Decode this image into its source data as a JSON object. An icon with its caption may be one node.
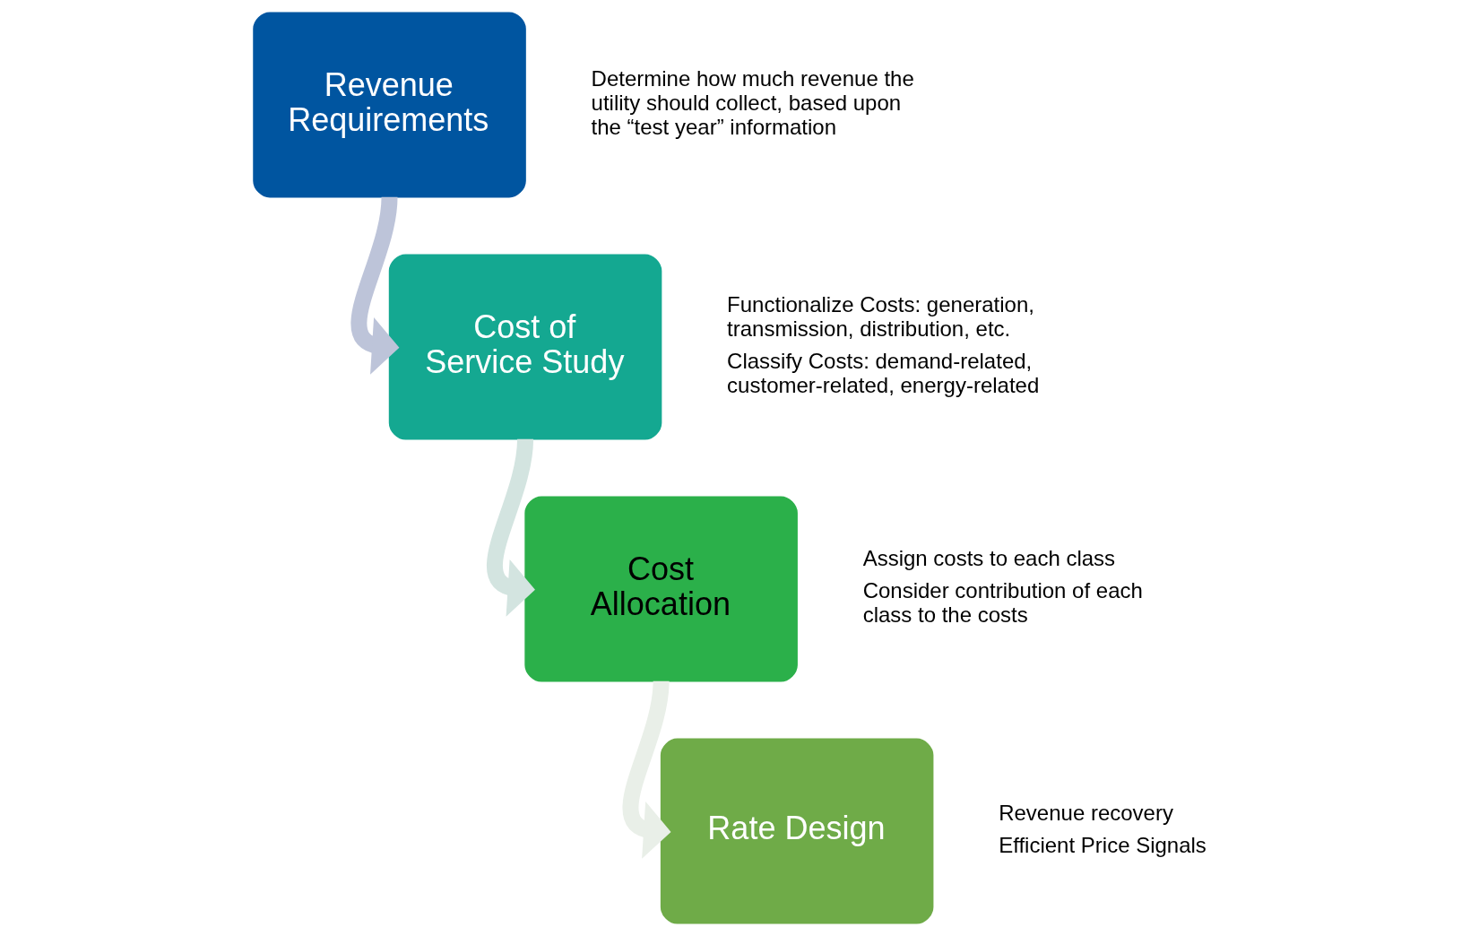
{
  "diagram": {
    "nodes": [
      {
        "text": [
          "Revenue Requirements"
        ],
        "beside": [
          "Determine how much revenue the utility should collect, based upon the “test year” information"
        ]
      },
      {
        "text": [
          "Cost of Service Study"
        ],
        "beside": [
          "Functionalize Costs: generation, transmission, distribution, etc.",
          "Classify Costs: demand-related, customer-related, energy-related"
        ]
      },
      {
        "text": [
          "Cost Allocation"
        ],
        "beside": [
          "Assign costs to each class",
          "Consider contribution of each class to the costs"
        ]
      },
      {
        "text": [
          "Rate Design"
        ],
        "beside": [
          "Revenue recovery",
          "Efficient Price Signals"
        ]
      }
    ],
    "edges": [
      {
        "from": 0,
        "to": 1,
        "arrow": "to",
        "color": "#bdc4d9"
      },
      {
        "from": 1,
        "to": 2,
        "arrow": "to",
        "color": "#d3e4e0"
      },
      {
        "from": 2,
        "to": 3,
        "arrow": "to",
        "color": "#e9efe8"
      }
    ]
  }
}
